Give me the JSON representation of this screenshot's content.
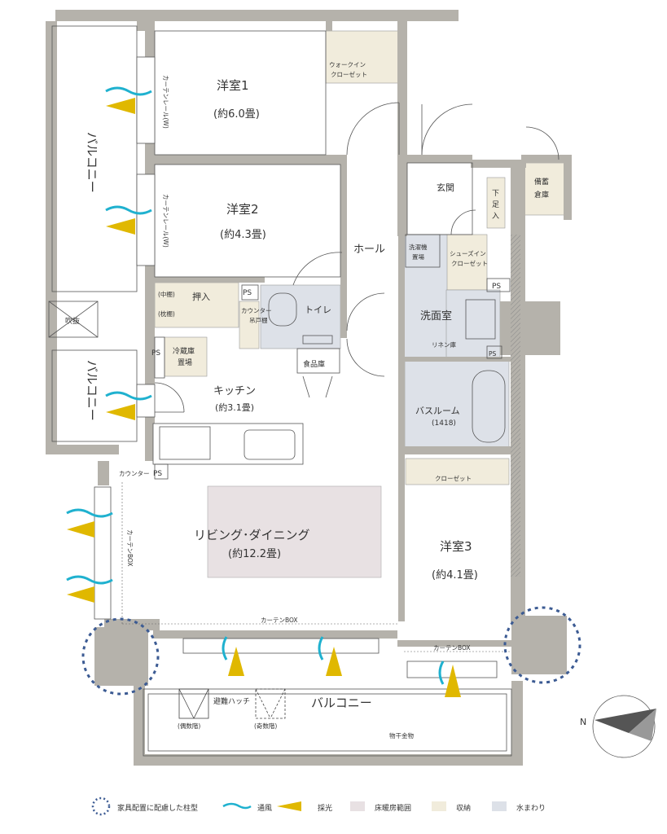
{
  "rooms": {
    "western1": {
      "name": "洋室1",
      "area": "(約6.0畳)"
    },
    "western2": {
      "name": "洋室2",
      "area": "(約4.3畳)"
    },
    "western3": {
      "name": "洋室3",
      "area": "(約4.1畳)"
    },
    "ldk": {
      "name": "リビング･ダイニング",
      "area": "(約12.2畳)"
    },
    "kitchen": {
      "name": "キッチン",
      "area": "(約3.1畳)"
    },
    "bath": {
      "name": "バスルーム",
      "size": "(1418)"
    },
    "wash": "洗面室",
    "toilet": "トイレ",
    "hall": "ホール",
    "entrance": "玄関",
    "pantry": "食品庫",
    "storage": [
      "備蓄",
      "倉庫"
    ],
    "wic": [
      "ウォークイン",
      "クローゼット"
    ],
    "sic": [
      "シューズイン",
      "クローゼット"
    ],
    "closet": "クローゼット",
    "oshiire": "押入",
    "nakadana": "(中棚)",
    "makuradana": "(枕棚)",
    "counter_v": "カウンター",
    "counter_h": "カウンター",
    "tsuridana": "吊戸棚",
    "fridge": [
      "冷蔵庫",
      "置場"
    ],
    "washer": [
      "洗濯機",
      "置場"
    ],
    "linen": "リネン庫",
    "geta": [
      "下",
      "足",
      "入"
    ],
    "balcony_top": "バルコニー",
    "balcony_mid": "バルコニー",
    "balcony_bottom": "バルコニー",
    "fukinuke": "吹抜",
    "hatch": "避難ハッチ",
    "hatch_even": "(偶数階)",
    "hatch_odd": "(奇数階)",
    "monohoshi": "物干金物",
    "curtain_rail_w1": "カーテンレール(W)",
    "curtain_rail_w2": "カーテンレール(W)",
    "curtain_box_v": "カーテンBOX",
    "curtain_box_h": "カーテンBOX",
    "curtain_box_3": "カーテンBOX",
    "ps": "PS",
    "compass": "N"
  },
  "legend": [
    {
      "label": "家具配置に配慮した柱型",
      "icon": "dotted-circle-icon"
    },
    {
      "label": "通風",
      "icon": "wind-icon"
    },
    {
      "label": "採光",
      "icon": "light-icon"
    },
    {
      "label": "床暖房範囲",
      "icon": "swatch"
    },
    {
      "label": "収納",
      "icon": "swatch"
    },
    {
      "label": "水まわり",
      "icon": "swatch"
    }
  ],
  "colors": {
    "wall": "#b5b2ab",
    "floor_heating": "#e8e1e3",
    "storage": "#f1ecdc",
    "water": "#dde1e8",
    "wind": "#1fb1cf",
    "light": "#e0b800",
    "column_marker": "#3c5b93"
  }
}
